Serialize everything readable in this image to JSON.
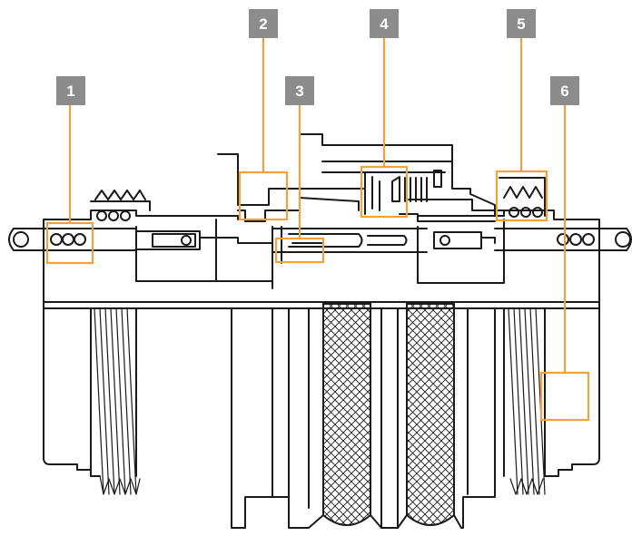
{
  "colors": {
    "line": "#1a1a1a",
    "callout": "#f4a03c",
    "badge": "#8c8c8c",
    "badge_text": "#ffffff",
    "background": "#ffffff"
  },
  "callouts": [
    {
      "label": "1"
    },
    {
      "label": "2"
    },
    {
      "label": "3"
    },
    {
      "label": "4"
    },
    {
      "label": "5"
    },
    {
      "label": "6"
    }
  ]
}
